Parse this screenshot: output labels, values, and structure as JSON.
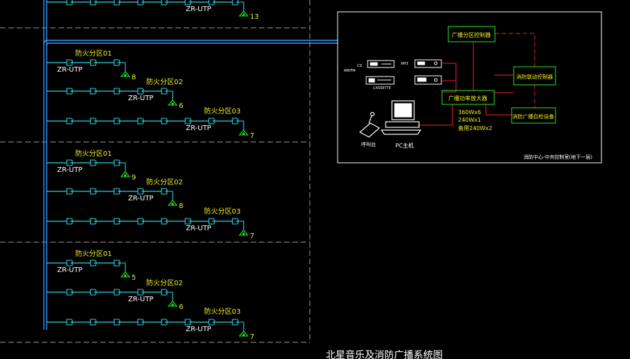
{
  "colors": {
    "background": "#000000",
    "cyan": "#29d8e8",
    "blue": "#3a9cff",
    "white": "#ffffff",
    "green": "#22ee22",
    "yellow": "#f0f020",
    "red": "#ff2020",
    "dash": "#9a9a9a"
  },
  "floors": [
    {
      "zones": [
        {
          "name": "",
          "cable": "ZR-UTP",
          "speakers": 13
        }
      ]
    },
    {
      "zones": [
        {
          "name": "防火分区01",
          "cable": "ZR-UTP",
          "speakers": 8
        },
        {
          "name": "防火分区02",
          "cable": "ZR-UTP",
          "speakers": 6
        },
        {
          "name": "防火分区03",
          "cable": "ZR-UTP",
          "speakers": 7
        }
      ]
    },
    {
      "zones": [
        {
          "name": "防火分区01",
          "cable": "ZR-UTP",
          "speakers": 9
        },
        {
          "name": "防火分区02",
          "cable": "ZR-UTP",
          "speakers": 8
        },
        {
          "name": "防火分区03",
          "cable": "ZR-UTP",
          "speakers": 7
        }
      ]
    },
    {
      "zones": [
        {
          "name": "防火分区01",
          "cable": "ZR-UTP",
          "speakers": 5
        },
        {
          "name": "防火分区02",
          "cable": "ZR-UTP",
          "speakers": 6
        },
        {
          "name": "防火分区03",
          "cable": "ZR-UTP",
          "speakers": 7
        }
      ]
    }
  ],
  "control_room": {
    "zone_controller": "广播分区控制器",
    "power_amp": "广播功率放大器",
    "amp_specs": [
      "360Wx6",
      "240Wx1",
      "备用240Wx2"
    ],
    "fire_linkage": "消防联动控制器",
    "emergency_device": "消防广播自检设备",
    "cd_label": "CD",
    "mp3_label": "MP3",
    "cassette_label": "CASSETTE",
    "tuner_label": "AM/FM",
    "mic_label": "呼叫台",
    "pc_label": "PC主机",
    "room_label": "消防中心-中央控制室(地下一层)"
  },
  "drawing_title": "北星音乐及消防广播系统图"
}
